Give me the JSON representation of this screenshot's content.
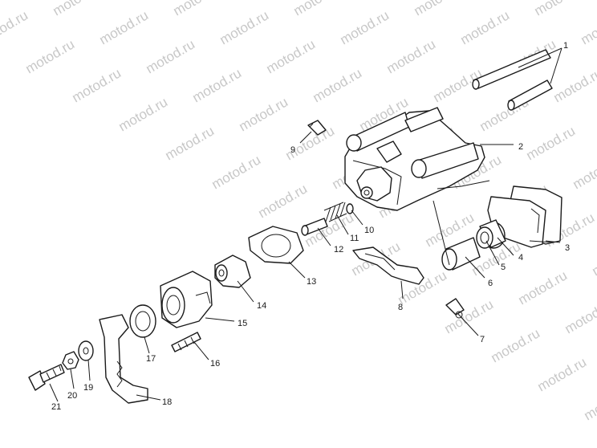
{
  "watermark": "motod.ru",
  "callouts": [
    "1",
    "2",
    "3",
    "4",
    "5",
    "6",
    "7",
    "8",
    "9",
    "10",
    "11",
    "12",
    "13",
    "14",
    "15",
    "16",
    "17",
    "18",
    "19",
    "20",
    "21"
  ],
  "colors": {
    "line": "#1a1a1a",
    "watermark": "#c8c8c8",
    "background": "#ffffff"
  }
}
